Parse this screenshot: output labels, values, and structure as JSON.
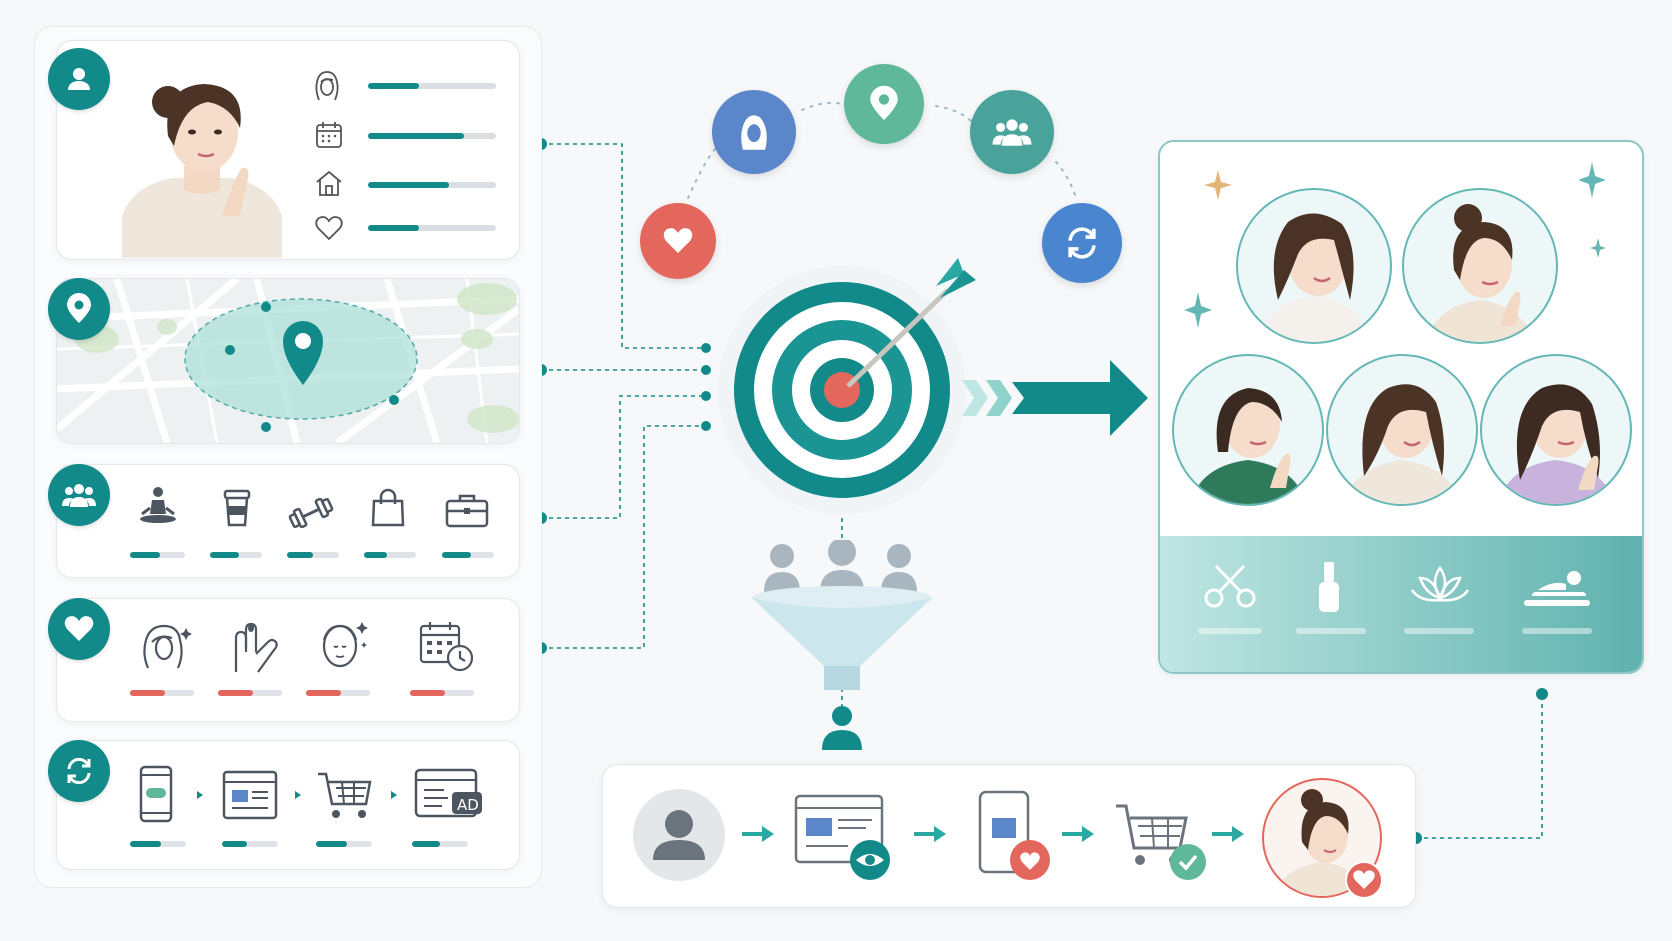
{
  "colors": {
    "teal": "#138a8a",
    "teal_light": "#64b7b5",
    "coral": "#e4675e",
    "blue": "#5b86c9",
    "mint": "#5fb89a",
    "light_teal_bg": "#bfe6e2"
  },
  "profile_panel": {
    "badge_icon": "user-icon",
    "attributes": [
      {
        "icon": "female-face-icon",
        "level": 0.4
      },
      {
        "icon": "calendar-icon",
        "level": 0.75
      },
      {
        "icon": "home-icon",
        "level": 0.63
      },
      {
        "icon": "heart-outline-icon",
        "level": 0.4
      }
    ]
  },
  "location_panel": {
    "badge_icon": "location-pin-icon"
  },
  "lifestyle_panel": {
    "badge_icon": "group-icon",
    "items": [
      {
        "icon": "yoga-icon",
        "level": 0.55
      },
      {
        "icon": "coffee-cup-icon",
        "level": 0.55
      },
      {
        "icon": "dumbbell-icon",
        "level": 0.5
      },
      {
        "icon": "shopping-bag-icon",
        "level": 0.45
      },
      {
        "icon": "briefcase-icon",
        "level": 0.55
      }
    ]
  },
  "interest_panel": {
    "badge_icon": "heart-icon",
    "items": [
      {
        "icon": "hair-icon",
        "level": 0.55
      },
      {
        "icon": "nail-hand-icon",
        "level": 0.55
      },
      {
        "icon": "face-care-icon",
        "level": 0.55
      },
      {
        "icon": "calendar-clock-icon",
        "level": 0.55
      }
    ]
  },
  "behavior_panel": {
    "badge_icon": "refresh-icon",
    "steps": [
      {
        "icon": "mobile-app-icon",
        "level": 0.55
      },
      {
        "icon": "browser-window-icon",
        "level": 0.45
      },
      {
        "icon": "shopping-cart-icon",
        "level": 0.55
      },
      {
        "icon": "ad-display-icon",
        "level": 0.5
      }
    ],
    "ad_text": "AD"
  },
  "target_cluster": {
    "orbit_icons": [
      "heart-icon",
      "female-face-icon",
      "location-pin-icon",
      "group-icon",
      "refresh-icon"
    ]
  },
  "audience_panel": {
    "service_icons": [
      "scissors-icon",
      "nail-polish-icon",
      "lotus-icon",
      "massage-icon"
    ]
  },
  "journey_panel": {
    "steps": [
      "user-avatar-icon",
      "browser-eye-icon",
      "mobile-heart-icon",
      "cart-check-icon",
      "customer-heart-icon"
    ]
  }
}
